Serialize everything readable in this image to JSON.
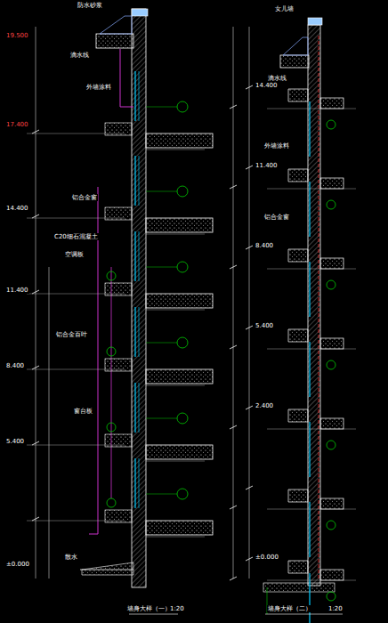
{
  "diagram": {
    "labels": [
      "19.500",
      "17.400",
      "14.400",
      "11.400",
      "8.400",
      "5.400",
      "±0.000",
      "防水砂浆",
      "滴水线",
      "外墙涂料",
      "铝合金窗",
      "C20细石混凝土",
      "空调板",
      "铝合金百叶",
      "窗台板",
      "散水",
      "女儿墙",
      "滴水线",
      "外墙涂料",
      "铝合金窗",
      "14.400",
      "11.400",
      "8.400",
      "5.400",
      "2.400",
      "±0.000",
      "墙身大样（一）",
      "1:20",
      "墙身大样（二）",
      "1:20"
    ]
  }
}
